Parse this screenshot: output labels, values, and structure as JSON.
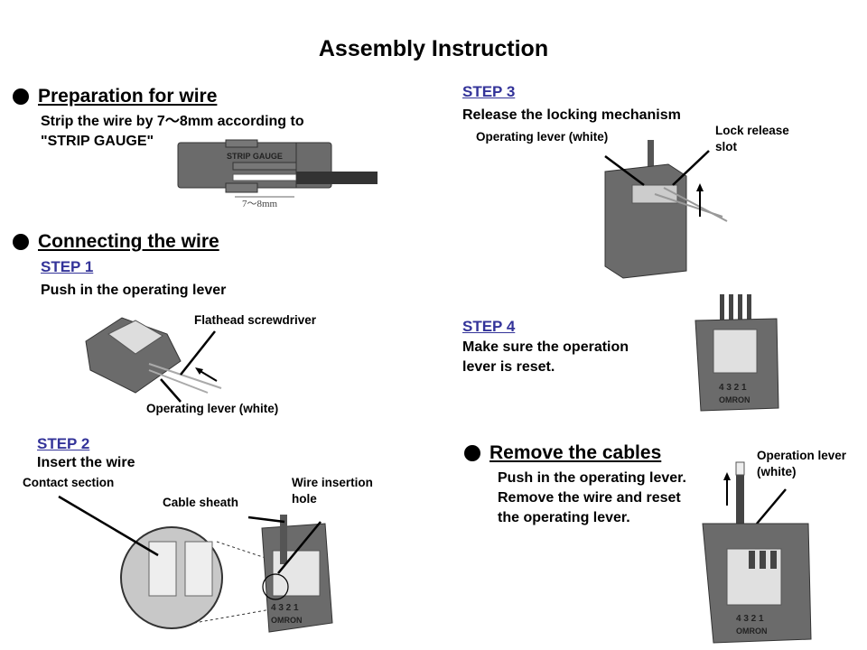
{
  "title": "Assembly Instruction",
  "colors": {
    "step_heading": "#333399",
    "device_body": "#6b6b6b",
    "device_dark": "#4a4a4a"
  },
  "preparation": {
    "heading": "Preparation for wire",
    "text_line1": "Strip the wire by 7〜8mm according to",
    "text_line2": "\"STRIP GAUGE\"",
    "gauge_label": "STRIP GAUGE",
    "dimension_label": "7〜8mm"
  },
  "connecting": {
    "heading": "Connecting the wire",
    "step1": {
      "label": "STEP 1",
      "text": "Push in the operating lever",
      "callout_screwdriver": "Flathead screwdriver",
      "callout_lever": "Operating lever (white)"
    },
    "step2": {
      "label": "STEP 2",
      "text": "Insert the wire",
      "callout_contact": "Contact section",
      "callout_sheath": "Cable sheath",
      "callout_hole_line1": "Wire insertion",
      "callout_hole_line2": "hole",
      "pin_numbers": "4 3 2 1",
      "brand": "OMRON"
    },
    "step3": {
      "label": "STEP 3",
      "text": "Release the locking mechanism",
      "callout_lever": "Operating lever (white)",
      "callout_slot_line1": "Lock release",
      "callout_slot_line2": "slot"
    },
    "step4": {
      "label": "STEP 4",
      "text_line1": "Make sure the operation",
      "text_line2": "lever is reset.",
      "pin_numbers": "4 3 2 1",
      "brand": "OMRON"
    }
  },
  "remove": {
    "heading": "Remove the cables",
    "text_line1": "Push in the operating lever.",
    "text_line2": "Remove the wire and reset",
    "text_line3": "the operating lever.",
    "callout_lever_line1": "Operation lever",
    "callout_lever_line2": "(white)",
    "pin_numbers": "4 3 2 1",
    "brand": "OMRON"
  }
}
